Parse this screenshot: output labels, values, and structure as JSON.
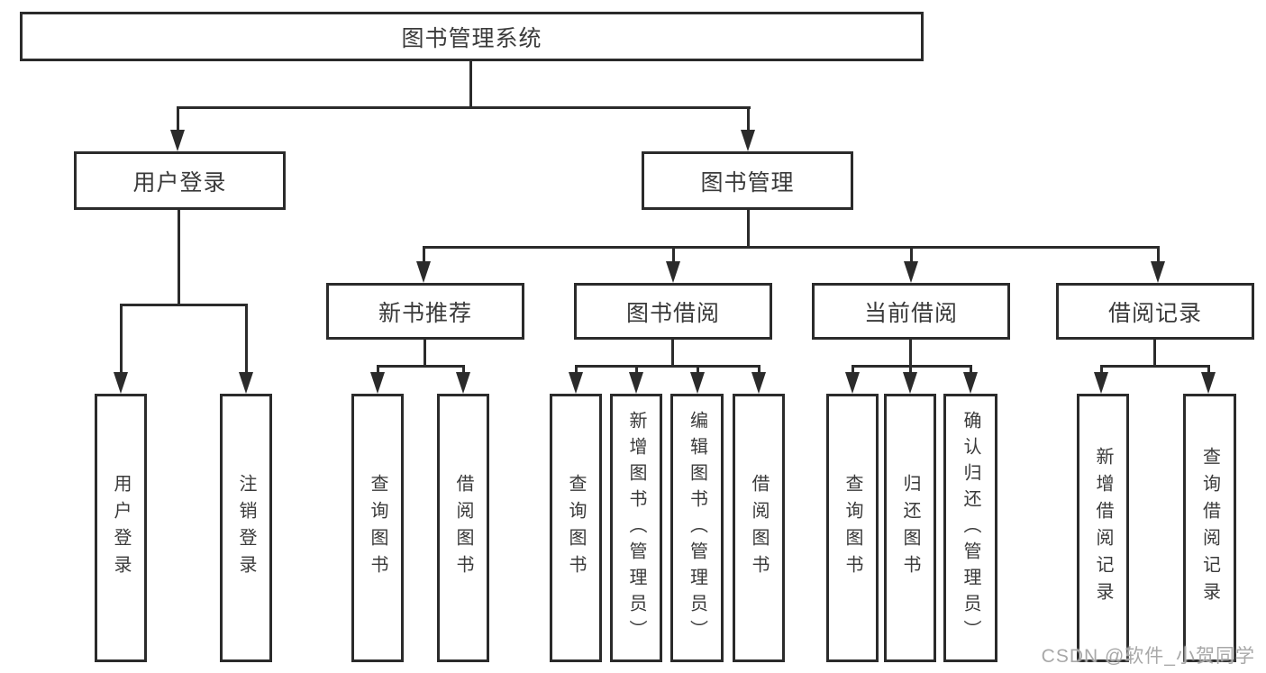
{
  "tree": {
    "label": "图书管理系统",
    "children": [
      {
        "label": "用户登录",
        "children": [
          {
            "label": "用户登录"
          },
          {
            "label": "注销登录"
          }
        ]
      },
      {
        "label": "图书管理",
        "children": [
          {
            "label": "新书推荐",
            "children": [
              {
                "label": "查询图书"
              },
              {
                "label": "借阅图书"
              }
            ]
          },
          {
            "label": "图书借阅",
            "children": [
              {
                "label": "查询图书"
              },
              {
                "label": "新增图书（管理员）"
              },
              {
                "label": "编辑图书（管理员）"
              },
              {
                "label": "借阅图书"
              }
            ]
          },
          {
            "label": "当前借阅",
            "children": [
              {
                "label": "查询图书"
              },
              {
                "label": "归还图书"
              },
              {
                "label": "确认归还（管理员）"
              }
            ]
          },
          {
            "label": "借阅记录",
            "children": [
              {
                "label": "新增借阅记录"
              },
              {
                "label": "查询借阅记录"
              }
            ]
          }
        ]
      }
    ]
  },
  "watermark": {
    "text": "CSDN @软件_小贺同学"
  },
  "colors": {
    "line": "#2b2b2b",
    "text": "#3a3a3a",
    "background": "#ffffff",
    "watermark": "#a8a8a8"
  }
}
